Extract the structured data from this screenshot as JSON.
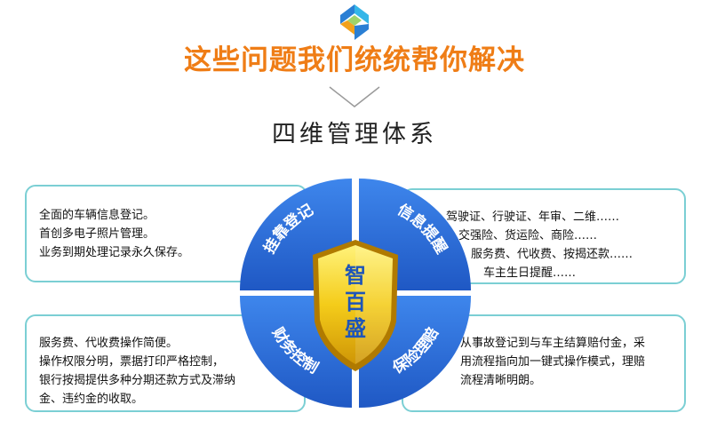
{
  "headline": "这些问题我们统统帮你解决",
  "subtitle": "四维管理体系",
  "quadrants": {
    "top_left": "挂靠登记",
    "top_right": "信息提醒",
    "bottom_left": "财务控制",
    "bottom_right": "保险理赔"
  },
  "shield": {
    "line1": "智",
    "line2": "百",
    "line3": "盛"
  },
  "cards": {
    "top_left": [
      "全面的车辆信息登记。",
      "首创多电子照片管理。",
      "业务到期处理记录永久保存。"
    ],
    "top_right": [
      "驾驶证、行驶证、年审、二维……",
      "交强险、货运险、商险……",
      "服务费、代收费、按揭还款……",
      "车主生日提醒……"
    ],
    "bottom_left": [
      "服务费、代收费操作简便。",
      "操作权限分明，票据打印严格控制，",
      "银行按揭提供多种分期还款方式及滞纳",
      "金、违约金的收取。"
    ],
    "bottom_right": [
      "从事故登记到与车主结算赔付金，采",
      "用流程指向加一键式操作模式，理赔",
      "流程清晰明朗。"
    ]
  },
  "colors": {
    "headline": "#ef7d16",
    "quadrant_blue": "#2f6fd8",
    "card_border": "#7bcfd4",
    "shield_gold": "#e8b90c"
  }
}
